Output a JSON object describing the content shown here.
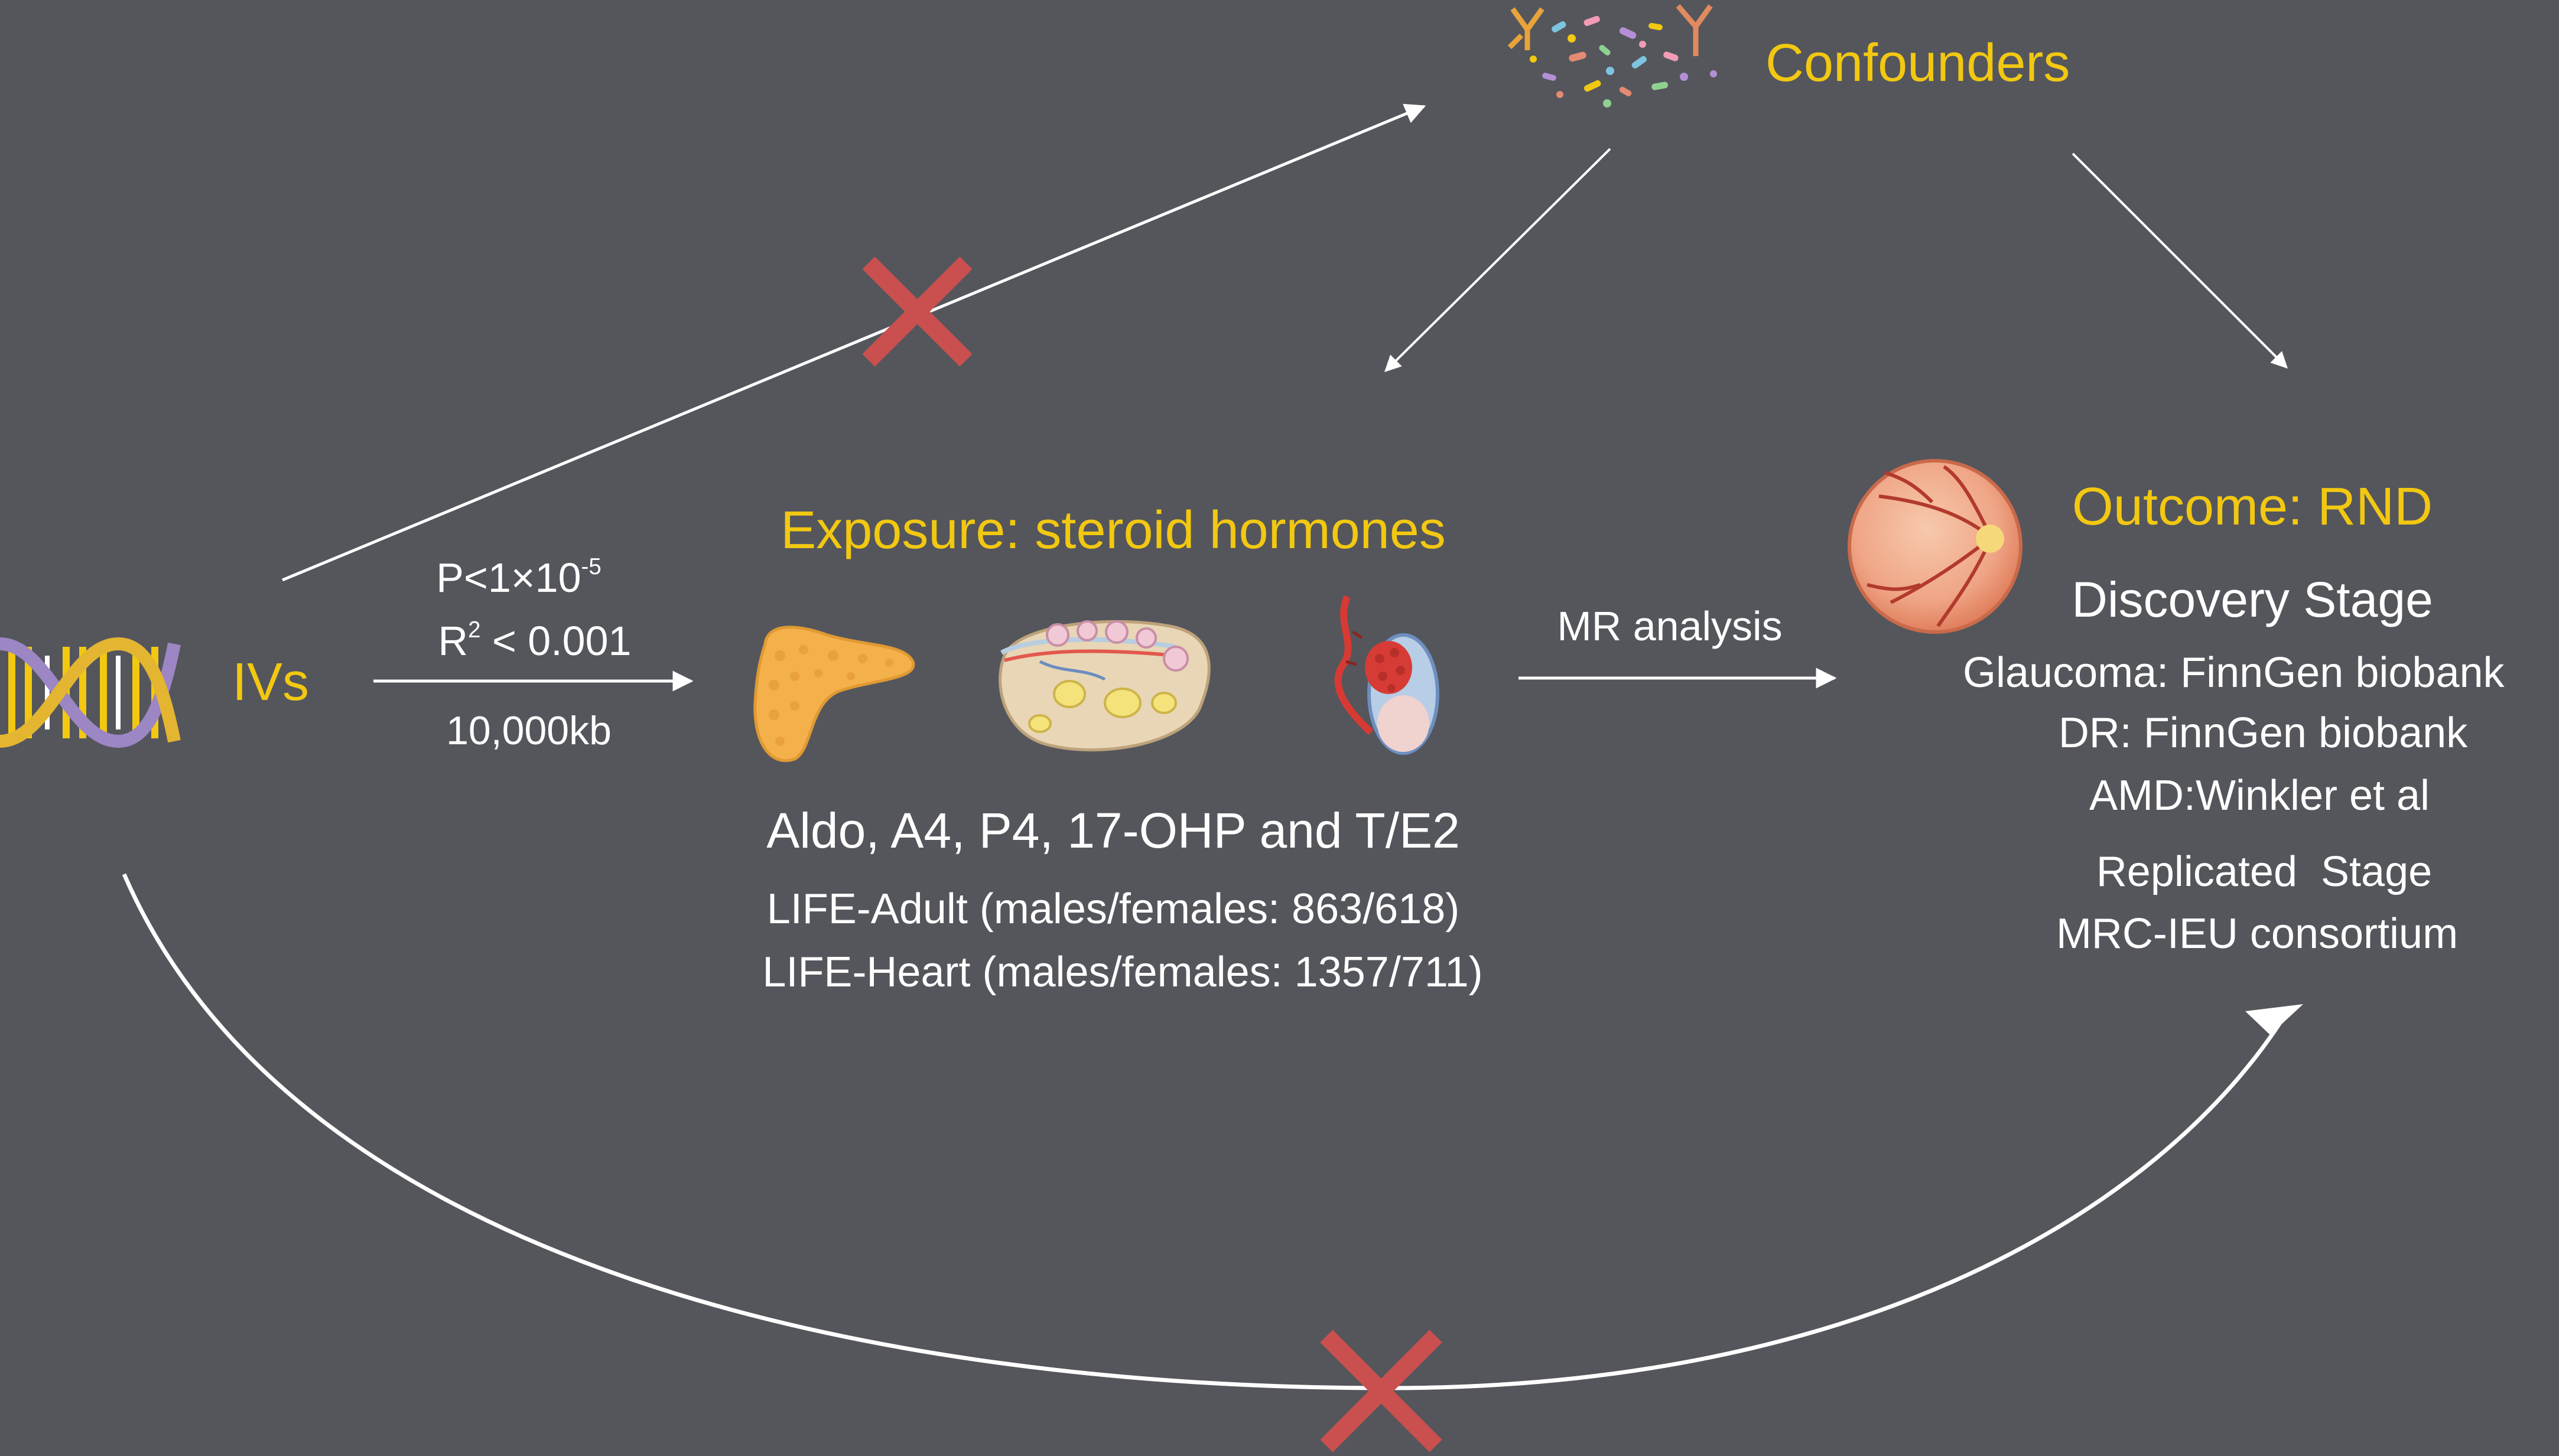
{
  "colors": {
    "background": "#54565c",
    "highlight": "#f2c811",
    "text": "#ffffff",
    "cross": "#c9504e"
  },
  "icons": {
    "dna": "dna-icon",
    "adrenal": "adrenal-gland-icon",
    "ovary": "ovary-icon",
    "testis": "testis-icon",
    "eye": "eye-fundus-icon",
    "confounders": "confounders-icon",
    "cross": "cross-icon"
  },
  "labels": {
    "ivs": "IVs",
    "confounders": "Confounders",
    "exposure_title": "Exposure: steroid hormones",
    "outcome_title": "Outcome: RND",
    "mr_analysis": "MR analysis"
  },
  "criteria": {
    "p_prefix": "P<1×10",
    "p_exponent": "-5",
    "r_prefix": "R",
    "r_exponent": "2",
    "r_suffix": " < 0.001",
    "window": "10,000kb"
  },
  "exposure": {
    "hormones": "Aldo, A4, P4, 17-OHP and T/E2",
    "cohorts": [
      "LIFE-Adult (males/females: 863/618)",
      "LIFE-Heart (males/females: 1357/711)"
    ]
  },
  "outcome": {
    "discovery_title": "Discovery Stage",
    "discovery_items": [
      "Glaucoma: FinnGen biobank",
      "DR: FinnGen biobank",
      "AMD:Winkler et al"
    ],
    "replicated_title": "Replicated  Stage",
    "replicated_source": "MRC-IEU consortium"
  }
}
